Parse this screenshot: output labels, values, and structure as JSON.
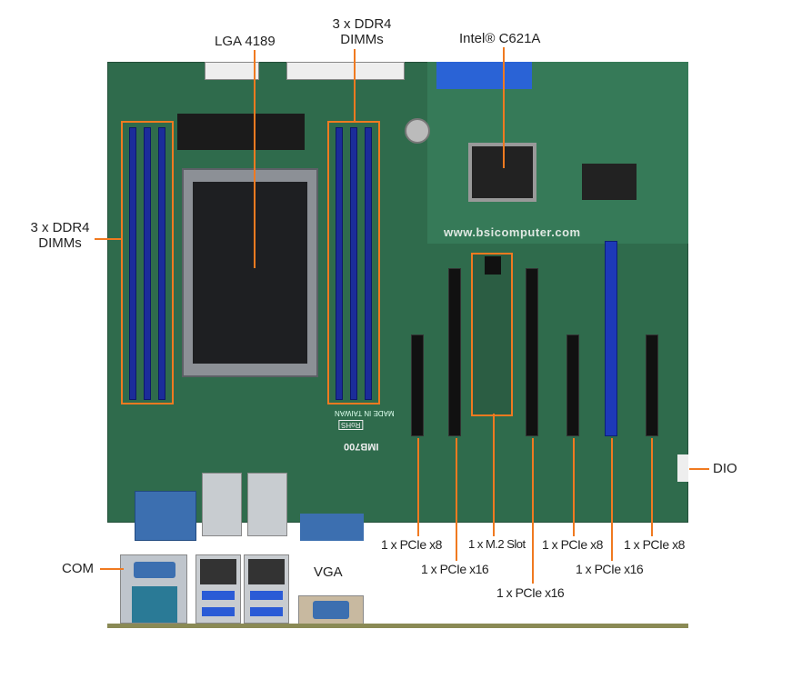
{
  "callouts": {
    "cpu_socket": "LGA 4189",
    "dimms_right": [
      "3 x DDR4",
      "DIMMs"
    ],
    "dimms_left": [
      "3 x DDR4",
      "DIMMs"
    ],
    "chipset": "Intel® C621A",
    "dio": "DIO",
    "com": "COM",
    "vga": "VGA"
  },
  "slots": [
    {
      "label": "1 x PCIe x8"
    },
    {
      "label": "1 x PCIe x16"
    },
    {
      "label": "1 x M.2 Slot"
    },
    {
      "label": "1 x PCIe x16"
    },
    {
      "label": "1 x PCIe x8"
    },
    {
      "label": "1 x PCIe x16"
    },
    {
      "label": "1 x PCIe x8"
    }
  ],
  "watermark": "www.bsicomputer.com",
  "board_print": {
    "model": "IMB700",
    "made_in": "MADE IN TAIWAN",
    "rohs": "RoHS"
  },
  "colors": {
    "accent": "#f07a20",
    "pcb": "#2f6b4c",
    "dimm": "#1b2c9a"
  }
}
